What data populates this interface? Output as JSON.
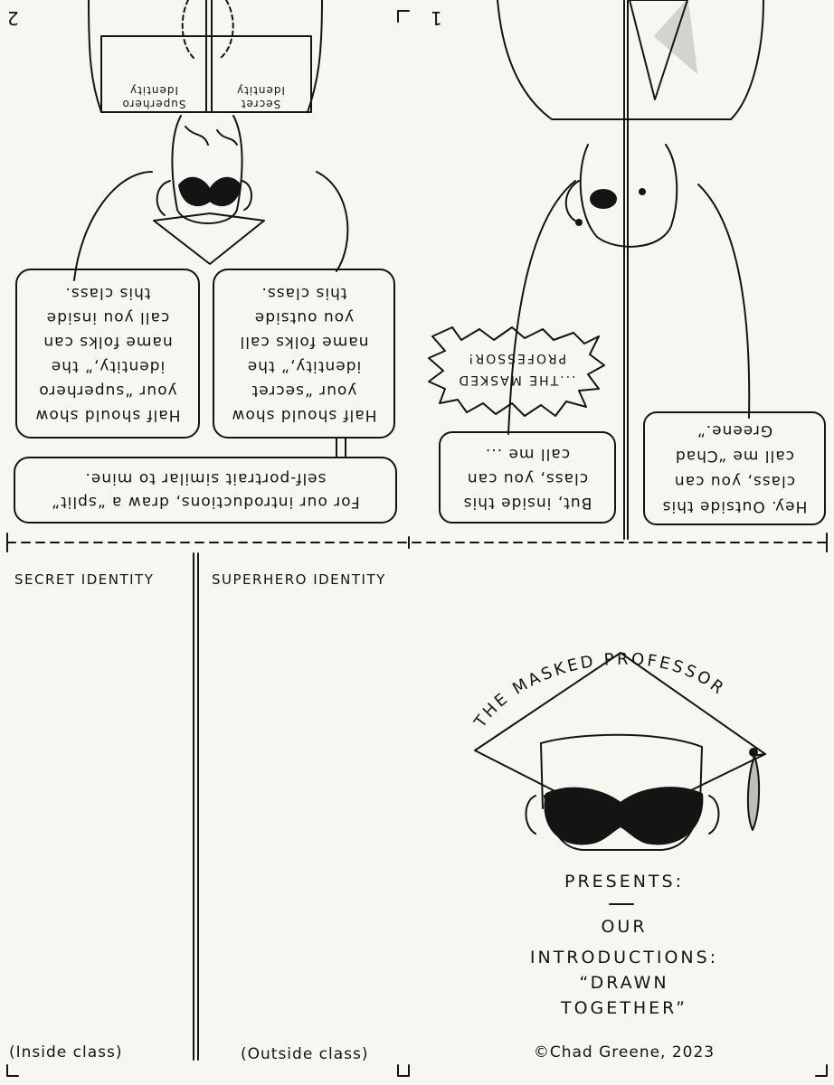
{
  "page_numbers": {
    "left": "2",
    "right": "1"
  },
  "top_left_panel": {
    "book_left": "Superhero\nIdentity",
    "book_right": "Secret\nIdentity",
    "bubble_left": "Half should show\nyour “superhero\nidentity,” the\nname folks can\ncall you inside\nthis class.",
    "bubble_right": "Half should show\nyour “secret\nidentity,” the\nname folks call\nyou outside\nthis class.",
    "bubble_bottom": "For our introductions, draw a “split”\nself-portrait similar to mine."
  },
  "top_right_panel": {
    "bubble_inside": "But, inside this\nclass, you can\ncall me ...",
    "burst": "...The Masked\nProfessor!",
    "bubble_outside": "Hey. Outside this\nclass, you can\ncall me “Chad\nGreene.”"
  },
  "bottom_left_panel": {
    "label_left": "Secret Identity",
    "label_right": "Superhero Identity",
    "caption_left": "(Inside class)",
    "caption_right": "(Outside class)"
  },
  "bottom_right_panel": {
    "arc_title": "The Masked Professor",
    "presents": "Presents:",
    "dash": "—",
    "line1": "Our",
    "line2": "Introductions:",
    "line3": "“Drawn",
    "line4": "Together”",
    "copyright": "©Chad Greene, 2023"
  }
}
